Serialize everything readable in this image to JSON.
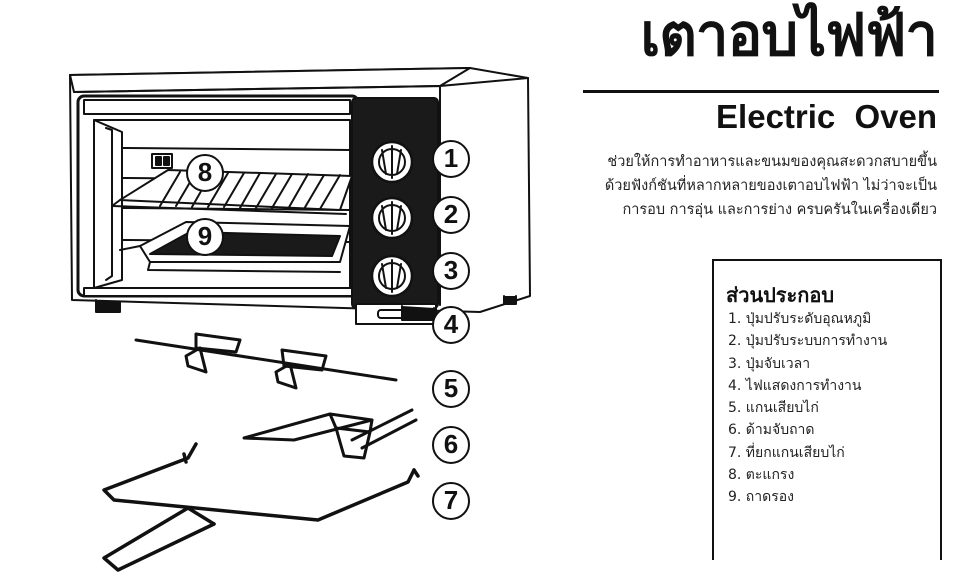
{
  "title_thai": "เตาอบไฟฟ้า",
  "title_english": "Electric Oven",
  "description_lines": [
    "ช่วยให้การทำอาหารและขนมของคุณสะดวกสบายขึ้น",
    "ด้วยฟังก์ชันที่หลากหลายของเตาอบไฟฟ้า ไม่ว่าจะเป็น",
    "การอบ การอุ่น และการย่าง ครบครันในเครื่องเดียว"
  ],
  "parts_box": {
    "title": "ส่วนประกอบ",
    "items": [
      "1. ปุ่มปรับระดับอุณหภูมิ",
      "2. ปุ่มปรับระบบการทำงาน",
      "3. ปุ่มจับเวลา",
      "4. ไฟแสดงการทำงาน",
      "5. แกนเสียบไก่",
      "6. ด้ามจับถาด",
      "7. ที่ยกแกนเสียบไก่",
      "8. ตะแกรง",
      "9. ถาดรอง"
    ]
  },
  "callouts": [
    "1",
    "2",
    "3",
    "4",
    "5",
    "6",
    "7",
    "8",
    "9"
  ],
  "colors": {
    "ink": "#111111",
    "background": "#ffffff",
    "oven_panel": "#1a1a1a"
  }
}
